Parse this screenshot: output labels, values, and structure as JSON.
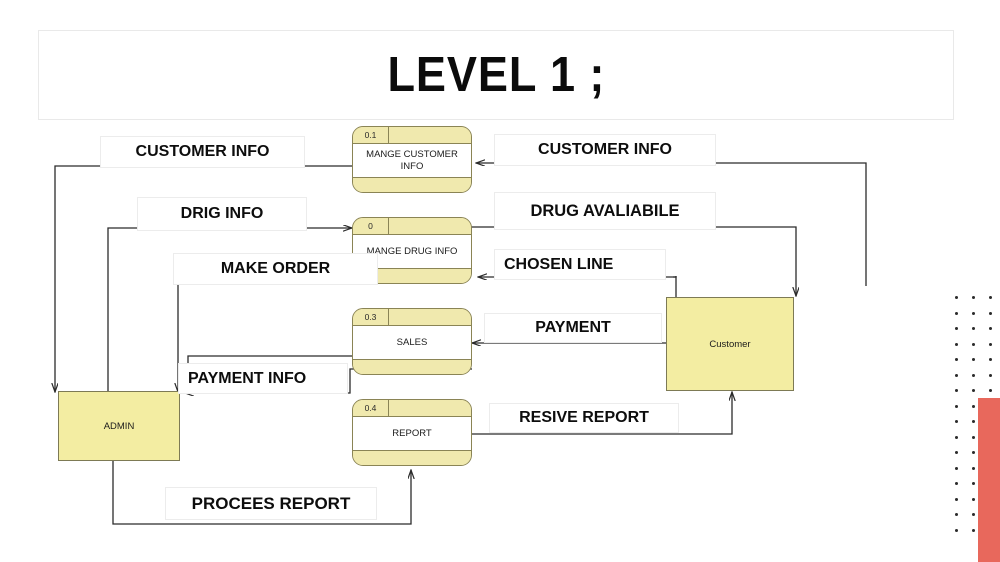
{
  "title": "LEVEL 1 ;",
  "diagram": {
    "type": "data-flow-diagram",
    "level": "Level 1",
    "processes": [
      {
        "id": "0.1",
        "name": "MANGE CUSTOMER INFO"
      },
      {
        "id": "0",
        "name": "MANGE DRUG INFO"
      },
      {
        "id": "0.3",
        "name": "SALES"
      },
      {
        "id": "0.4",
        "name": "REPORT"
      }
    ],
    "entities": [
      {
        "id": "admin",
        "name": "ADMIN"
      },
      {
        "id": "customer",
        "name": "Customer"
      }
    ],
    "flows": [
      {
        "label": "CUSTOMER INFO",
        "from": "0.1",
        "to": "admin"
      },
      {
        "label": "CUSTOMER INFO",
        "from": "customer",
        "to": "0.1"
      },
      {
        "label": "DRIG INFO",
        "from": "admin",
        "to": "0"
      },
      {
        "label": "DRUG AVALIABILE",
        "from": "0",
        "to": "customer"
      },
      {
        "label": "MAKE ORDER",
        "from": "0",
        "to": "admin"
      },
      {
        "label": "CHOSEN LINE",
        "from": "customer",
        "to": "0"
      },
      {
        "label": "PAYMENT",
        "from": "customer",
        "to": "0.3"
      },
      {
        "label": "PAYMENT INFO",
        "from": "0.3",
        "to": "admin"
      },
      {
        "label": "RESIVE REPORT",
        "from": "0.4",
        "to": "customer"
      },
      {
        "label": "PROCEES REPORT",
        "from": "admin",
        "to": "0.4"
      }
    ]
  },
  "colors": {
    "process_fill": "#f0e9ae",
    "process_border": "#8a8455",
    "entity_fill": "#f3eda2",
    "entity_border": "#7d7a55",
    "accent_red": "#e8685c",
    "line": "#2b2b2b",
    "background": "#ffffff"
  },
  "decor": {
    "dot_columns": 3,
    "dot_rows": 16,
    "red_bar_label": "accent-bar"
  }
}
